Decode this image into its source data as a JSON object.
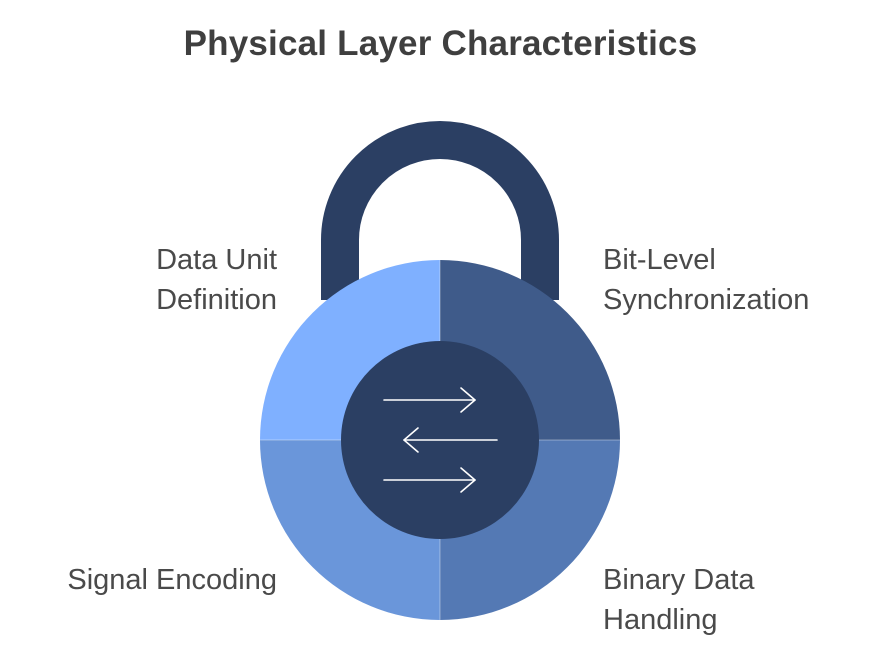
{
  "title": "Physical Layer Characteristics",
  "segments": [
    {
      "id": "top-left",
      "label": "Data Unit\nDefinition",
      "color": "#7fb0ff"
    },
    {
      "id": "top-right",
      "label": "Bit-Level\nSynchronization",
      "color": "#3f5b8a"
    },
    {
      "id": "bottom-left",
      "label": "Signal Encoding",
      "color": "#6a96da"
    },
    {
      "id": "bottom-right",
      "label": "Binary Data\nHandling",
      "color": "#5479b4"
    }
  ],
  "colors": {
    "shackle": "#2b3f63",
    "center": "#2b3f63",
    "arrows": "#ffffff",
    "title": "#3f3f3f",
    "label": "#4a4a4a"
  },
  "center_icon": "bidirectional-arrows-icon"
}
